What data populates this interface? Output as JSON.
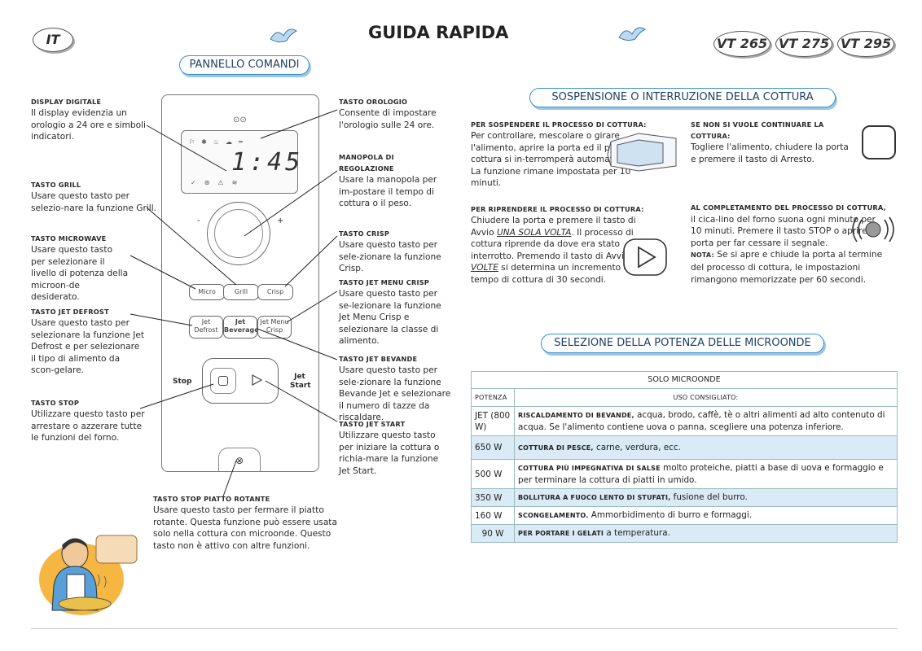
{
  "lang_badge": "IT",
  "title": "GUIDA RAPIDA",
  "models": [
    "VT 265",
    "VT 275",
    "VT 295"
  ],
  "sections": {
    "panel": "PANNELLO COMANDI",
    "suspend": "SOSPENSIONE O INTERRUZIONE DELLA COTTURA",
    "power": "SELEZIONE DELLA POTENZA DELLE MICROONDE"
  },
  "left_notes": {
    "display": {
      "head": "Display digitale",
      "body": "Il display evidenzia un orologio a 24 ore e simboli indicatori."
    },
    "grill": {
      "head": "Tasto Grill",
      "body": "Usare questo tasto per selezio-nare la funzione Grill."
    },
    "microwave": {
      "head": "Tasto Microwave",
      "body": "Usare questo tasto per selezionare il livello di potenza della microon-de desiderato."
    },
    "jet_defrost": {
      "head": "Tasto Jet Defrost",
      "body": "Usare questo tasto per selezionare la funzione Jet Defrost e per selezionare il tipo di alimento da scon-gelare."
    },
    "stop": {
      "head": "Tasto Stop",
      "body": "Utilizzare questo tasto per arrestare o azzerare tutte le funzioni del forno."
    }
  },
  "right_notes": {
    "clock": {
      "head": "Tasto Orologio",
      "body": "Consente di impostare l'orologio sulle 24 ore."
    },
    "knob": {
      "head": "Manopola di regolazione",
      "body": "Usare la manopola per im-postare il tempo di cottura o il peso."
    },
    "crisp": {
      "head": "Tasto Crisp",
      "body": "Usare questo tasto per sele-zionare la funzione Crisp."
    },
    "jet_menu": {
      "head": "Tasto Jet Menu Crisp",
      "body": "Usare questo tasto per se-lezionare la funzione Jet Menu Crisp e selezionare la classe di alimento."
    },
    "jet_bevande": {
      "head": "Tasto Jet Bevande",
      "body": "Usare questo tasto per sele-zionare la funzione Bevande Jet e selezionare il numero di tazze da riscaldare."
    },
    "jet_start": {
      "head": "Tasto Jet Start",
      "body": "Utilizzare questo tasto per iniziare la cottura o richia-mare la funzione Jet Start."
    }
  },
  "turntable_note": {
    "head": "Tasto Stop piatto rotante",
    "body": "Usare questo tasto per fermare il piatto rotante. Questa funzione può essere usata solo nella cottura con microonde. Questo tasto non è attivo con altre funzioni."
  },
  "panel": {
    "display_time": "1:45",
    "minus": "-",
    "plus": "+",
    "btn_micro": "Micro",
    "btn_grill": "Grill",
    "btn_crisp": "Crisp",
    "btn_jet_defrost": "Jet Defrost",
    "btn_jet_beverage": "Jet Beverage",
    "btn_jet_menu": "Jet Menu Crisp",
    "label_stop": "Stop",
    "label_jet_start": "Jet Start"
  },
  "suspend_block": {
    "pause_head": "Per sospendere il processo di cottura:",
    "pause_body": "Per controllare, mescolare o girare l'alimento, aprire la porta ed il processo di cottura si in-terromperà automaticamente. La funzione rimane impostata per 10 minuti.",
    "resume_head": "Per riprendere il processo di cottura:",
    "resume_body_1": "Chiudere la porta e premere il tasto di Avvio",
    "resume_link_1": "UNA SOLA VOLTA",
    "resume_body_2": ". Il processo di cottura riprende da dove era stato interrotto. Premendo il tasto di Avvio",
    "resume_link_2": "DUE VOLTE",
    "resume_body_3": " si determina un incremento del tempo di cottura di 30 secondi.",
    "stop_head": "Se non si vuole continuare la cottura:",
    "stop_body": "Togliere l'alimento, chiudere la porta e premere il tasto di Arresto.",
    "end_head": "Al completamento del processo di cottura,",
    "end_body": " il cica-lino del forno suona ogni minuto per 10 minuti. Premere il tasto STOP o aprire la porta per far cessare il segnale.",
    "note_head": "Nota:",
    "note_body": " Se si apre e chiude la porta al termine del processo di cottura, le impostazioni rimangono memorizzate per 60 secondi."
  },
  "power_table": {
    "caption": "SOLO MICROONDE",
    "col_power": "Potenza",
    "col_use": "Uso consigliato:",
    "rows": [
      {
        "power": "JET (800 W)",
        "head": "Riscaldamento di bevande,",
        "text": " acqua, brodo, caffè, tè o altri alimenti ad alto contenuto di acqua. Se l'alimento contiene uova o panna, scegliere una potenza inferiore.",
        "shade": false
      },
      {
        "power": "650 W",
        "head": "Cottura di pesce,",
        "text": "  carne, verdura, ecc.",
        "shade": true
      },
      {
        "power": "500 W",
        "head": "Cottura più impegnativa di salse",
        "text": " molto proteiche, piatti a base di uova e formaggio e per terminare la cottura di piatti in umido.",
        "shade": false
      },
      {
        "power": "350 W",
        "head": "Bollitura a fuoco lento di stufati,",
        "text": "  fusione del burro.",
        "shade": true
      },
      {
        "power": "160 W",
        "head": "Scongelamento.",
        "text": " Ammorbidimento di burro e formaggi.",
        "shade": false
      },
      {
        "power": "90 W",
        "head": "Per portare i gelati",
        "text": "  a temperatura.",
        "shade": true
      }
    ]
  }
}
